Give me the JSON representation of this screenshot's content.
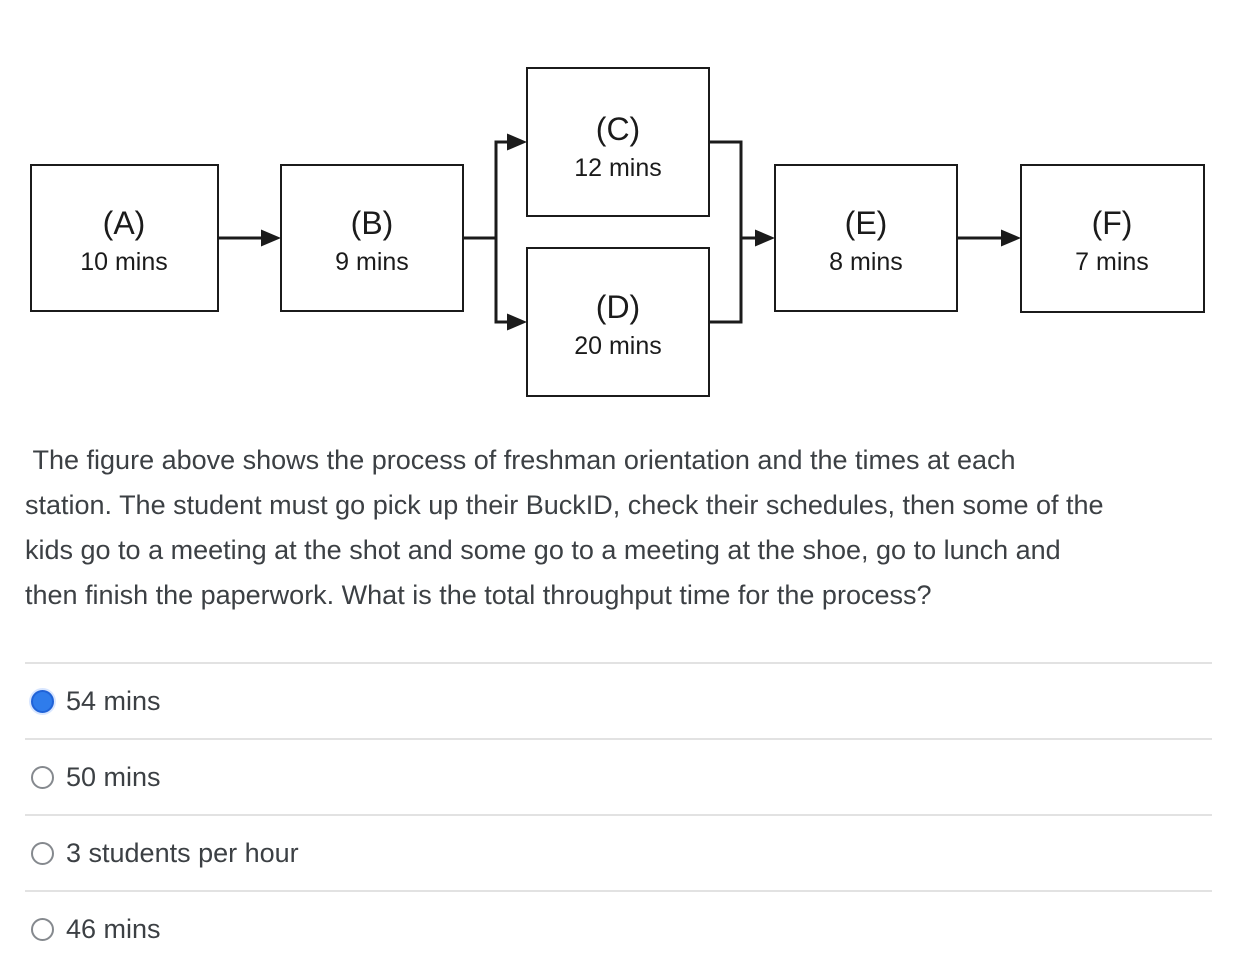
{
  "diagram": {
    "type": "process-flow",
    "flow": "A -> B -> (C parallel D) -> E -> F",
    "boxes": [
      {
        "id": "A",
        "label": "(A)",
        "time": "10 mins"
      },
      {
        "id": "B",
        "label": "(B)",
        "time": "9 mins"
      },
      {
        "id": "C",
        "label": "(C)",
        "time": "12 mins"
      },
      {
        "id": "D",
        "label": "(D)",
        "time": "20 mins"
      },
      {
        "id": "E",
        "label": "(E)",
        "time": "8 mins"
      },
      {
        "id": "F",
        "label": "(F)",
        "time": "7 mins"
      }
    ]
  },
  "question": {
    "lines": [
      " The figure above shows the process of freshman orientation and the times at each",
      "station. The student must go pick up their BuckID, check their schedules, then some of the",
      "kids go to a meeting at the shot and some go to a meeting at the shoe, go to lunch and",
      "then finish the paperwork. What is the total throughput time for the process?"
    ]
  },
  "options": [
    {
      "label": "54 mins",
      "selected": true
    },
    {
      "label": "50 mins",
      "selected": false
    },
    {
      "label": "3 students per hour",
      "selected": false
    },
    {
      "label": "46 mins",
      "selected": false
    }
  ],
  "colors": {
    "radio_selected_fill": "#2f7ceb",
    "radio_selected_border": "#2063d8",
    "radio_unselected_border": "#85898e",
    "divider": "#e2e2e2",
    "body_text": "#3c4044",
    "diagram_stroke": "#1b1b1b"
  }
}
